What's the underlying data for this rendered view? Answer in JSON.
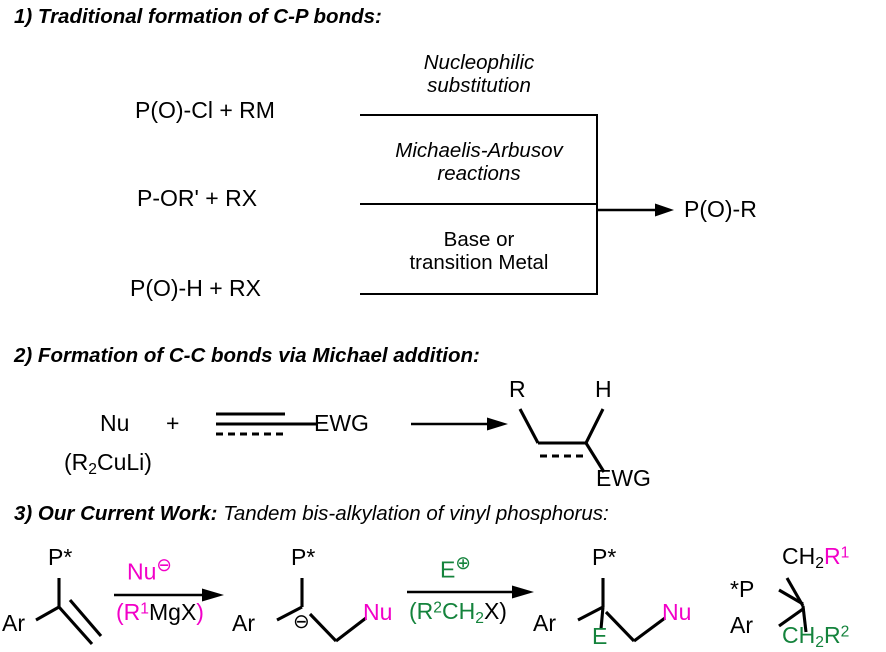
{
  "sections": [
    {
      "id": "section-1",
      "heading_bold": "1) Traditional formation of C-P bonds:",
      "heading_light": "",
      "reactants": [
        "P(O)-Cl  +  RM",
        "P-OR'  +  RX",
        "P(O)-H  +  RX"
      ],
      "conditions": [
        {
          "line1": "Nucleophilic",
          "line2": "substitution",
          "italic": true
        },
        {
          "line1": "Michaelis-Arbusov",
          "line2": "reactions",
          "italic": true
        },
        {
          "line1": "Base or",
          "line2": "transition Metal",
          "italic": false
        }
      ],
      "product": "P(O)-R"
    },
    {
      "id": "section-2",
      "heading_bold": "2) Formation of C-C bonds via Michael addition:",
      "heading_light": "",
      "nucleophile": "Nu",
      "nucleophile_sub": "(R2CuLi)",
      "plus": "+",
      "electrophile": "EWG",
      "product_labels": {
        "top_left": "R",
        "top_right": "H",
        "bottom": "EWG"
      }
    },
    {
      "id": "section-3",
      "heading_bold": "3) Our Current Work:",
      "heading_light": " Tandem bis-alkylation of vinyl phosphorus:",
      "structures": {
        "sm": {
          "phosphorus": "P*",
          "aryl": "Ar"
        },
        "intermediate": {
          "phosphorus": "P*",
          "aryl": "Ar",
          "charge": "⊖",
          "nucleophile": "Nu"
        },
        "product": {
          "phosphorus": "P*",
          "aryl": "Ar",
          "electrophile": "E",
          "nucleophile": "Nu"
        },
        "final": {
          "phosphorus": "*P",
          "aryl": "Ar",
          "top_ch2": "CH2",
          "top_r": "R1",
          "bottom": "CH2R2"
        }
      },
      "arrow1": {
        "above": "Nu",
        "above_charge": "⊖",
        "below_open": "(",
        "below_r": "R1",
        "below_mid": "MgX",
        "below_close": ")"
      },
      "arrow2": {
        "above": "E",
        "above_charge": "⊕",
        "below_open": "(",
        "below_r": "R2CH2",
        "below_mid": "X",
        "below_close": ")"
      }
    }
  ],
  "colors": {
    "magenta": "#f200c8",
    "green": "#14833c",
    "ink": "#000000",
    "background": "#ffffff"
  }
}
